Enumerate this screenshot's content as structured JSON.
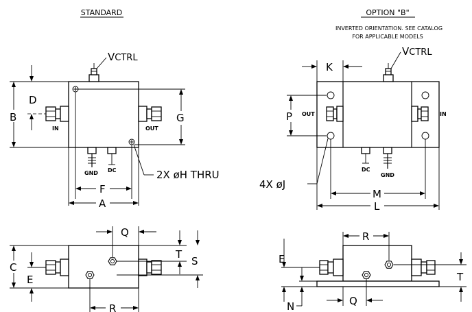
{
  "views": {
    "standard": {
      "title": "STANDARD",
      "vctrl": {
        "main": "V",
        "sub": "CTRL"
      },
      "dims": {
        "A": "A",
        "B": "B",
        "C": "C",
        "D": "D",
        "E": "E",
        "F": "F",
        "G": "G",
        "Q": "Q",
        "R": "R",
        "S": "S",
        "T": "T"
      },
      "ports": {
        "in": "IN",
        "out": "OUT",
        "gnd": "GND",
        "dc": "DC"
      },
      "callout_holes": "2X øH  THRU"
    },
    "option_b": {
      "title": "OPTION  \"B\"",
      "subtitle_line1": "INVERTED ORIENTATION. SEE CATALOG",
      "subtitle_line2": "FOR APPLICABLE MODELS",
      "vctrl": {
        "main": "V",
        "sub": "CTRL"
      },
      "dims": {
        "E": "E",
        "K": "K",
        "L": "L",
        "M": "M",
        "N": "N",
        "P": "P",
        "Q": "Q",
        "R": "R",
        "T": "T"
      },
      "ports": {
        "in": "IN",
        "out": "OUT",
        "gnd": "GND",
        "dc": "DC"
      },
      "callout_holes": "4X  øJ"
    }
  }
}
